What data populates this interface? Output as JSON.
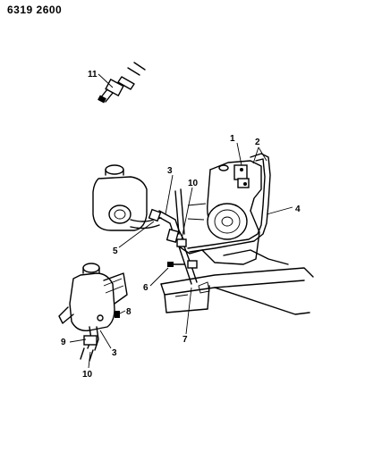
{
  "figure_code": "6319 2600",
  "callouts": {
    "c1": "1",
    "c2": "2",
    "c3a": "3",
    "c3b": "3",
    "c4": "4",
    "c5": "5",
    "c6": "6",
    "c7": "7",
    "c8": "8",
    "c9": "9",
    "c10a": "10",
    "c10b": "10",
    "c11": "11"
  }
}
